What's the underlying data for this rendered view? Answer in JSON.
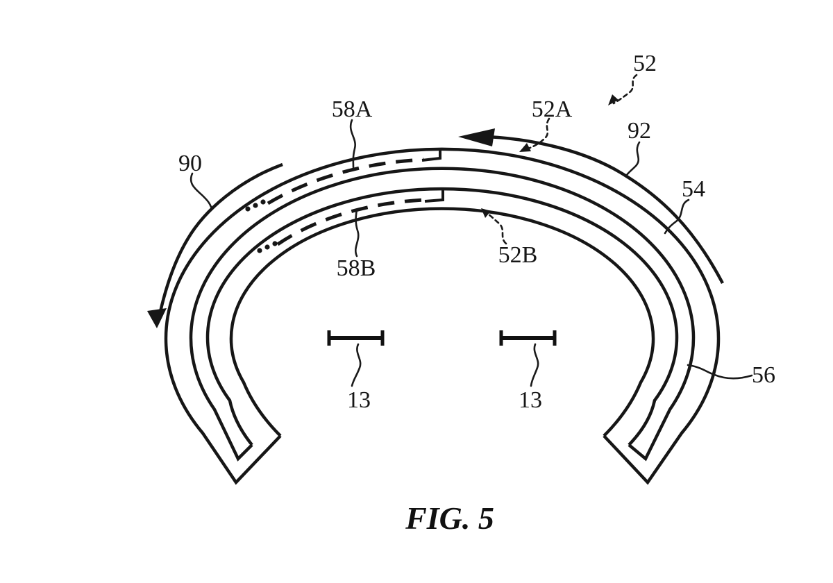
{
  "figure": {
    "caption": "FIG. 5",
    "labels": {
      "l52": "52",
      "l92": "92",
      "l54": "54",
      "l56": "56",
      "l52A": "52A",
      "l52B": "52B",
      "l58A": "58A",
      "l58B": "58B",
      "l90": "90",
      "l13_left": "13",
      "l13_right": "13"
    },
    "colors": {
      "ink": "#161616",
      "background": "#ffffff"
    }
  }
}
